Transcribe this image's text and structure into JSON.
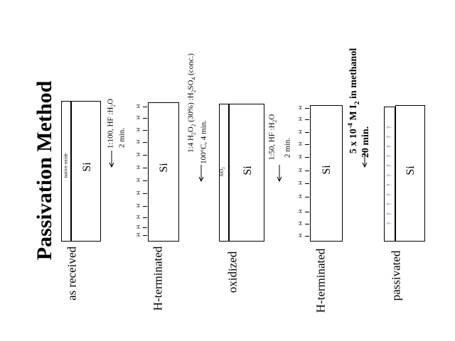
{
  "title": "Passivation Method",
  "stages": [
    {
      "label": "as received",
      "substrate": "Si",
      "layer": "native oxide"
    },
    {
      "label": "H-terminated",
      "substrate": "Si"
    },
    {
      "label": "oxidized",
      "substrate": "Si",
      "layer": "SiO"
    },
    {
      "label": "H-terminated",
      "substrate": "Si"
    },
    {
      "label": "passivated",
      "substrate": "Si"
    }
  ],
  "steps": {
    "s1": {
      "line1": "1:100, HF :H",
      "line1_sub": "2",
      "line1_tail": "O",
      "line2": "2 min."
    },
    "s2": {
      "a": "1:4  H",
      "a_sub": "2",
      "b": "O",
      "b_sub": "2",
      "c": "(30%) :H",
      "c_sub": "2",
      "d": "SO",
      "d_sub": "4",
      "e": "(conc.)",
      "line2": "100°C, 4 min."
    },
    "s3": {
      "line1": "1:50, HF :H",
      "line1_sub": "2",
      "line1_tail": "O",
      "line2": "2 min."
    },
    "s4": {
      "a": "5 x 10",
      "a_sup": "-4",
      "b": "M I",
      "b_sub": "2",
      "c": " in methanol",
      "line2": "20 min."
    }
  },
  "h_symbol": "H",
  "q_symbol": "? ? ? ? ? ? ? ? ? ? ?",
  "sio_sub": "2"
}
